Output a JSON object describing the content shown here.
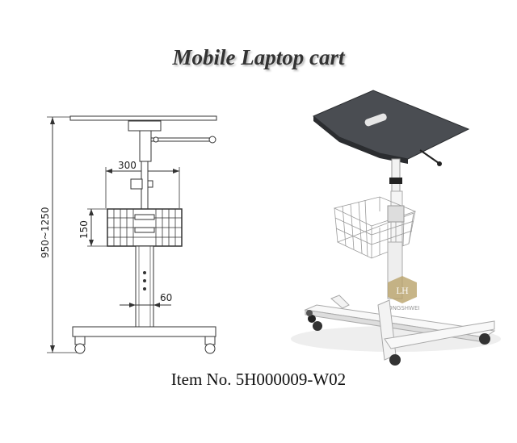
{
  "title": "Mobile Laptop cart",
  "item_number": "Item No. 5H000009-W02",
  "drawing": {
    "dim_width": "300",
    "dim_basket_height": "150",
    "dim_height_range": "950~1250",
    "dim_column": "60"
  },
  "render": {
    "logo_text": "LONGSHWEI"
  }
}
